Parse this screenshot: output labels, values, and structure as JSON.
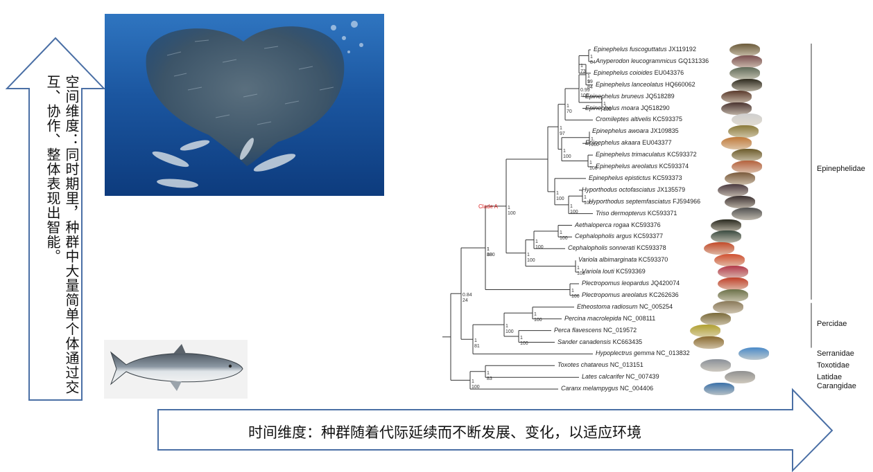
{
  "spatial_arrow": {
    "text": "空间维度：同时期里，种群中大量简单个体通过交互、协作、整体表现出智能。",
    "outline_color": "#4a6fa5"
  },
  "temporal_arrow": {
    "text": "时间维度：种群随着代际延续而不断发展、变化，以适应环境",
    "outline_color": "#4a6fa5"
  },
  "tree": {
    "clade_label": "Clade A",
    "taxa": [
      {
        "name": "Epinephelus fuscoguttatus",
        "acc": "JX119192"
      },
      {
        "name": "Anyperodon leucogrammicus",
        "acc": "GQ131336"
      },
      {
        "name": "Epinephelus coioides",
        "acc": "EU043376"
      },
      {
        "name": "Epinephelus lanceolatus",
        "acc": "HQ660062"
      },
      {
        "name": "Epinephelus bruneus",
        "acc": "JQ518289"
      },
      {
        "name": "Epinephelus moara",
        "acc": "JQ518290"
      },
      {
        "name": "Cromileptes altivelis",
        "acc": "KC593375"
      },
      {
        "name": "Epinephelus awoara",
        "acc": "JX109835"
      },
      {
        "name": "Epinephelus akaara",
        "acc": "EU043377"
      },
      {
        "name": "Epinephelus trimaculatus",
        "acc": "KC593372"
      },
      {
        "name": "Epinephelus areolatus",
        "acc": "KC593374"
      },
      {
        "name": "Epinephelus epistictus",
        "acc": "KC593373"
      },
      {
        "name": "Hyporthodus octofasciatus",
        "acc": "JX135579"
      },
      {
        "name": "Hyporthodus septemfasciatus",
        "acc": "FJ594966"
      },
      {
        "name": "Triso dermopterus",
        "acc": "KC593371"
      },
      {
        "name": "Aethaloperca rogaa",
        "acc": "KC593376"
      },
      {
        "name": "Cephalopholis argus",
        "acc": "KC593377"
      },
      {
        "name": "Cephalopholis sonnerati",
        "acc": "KC593378"
      },
      {
        "name": "Variola albimarginata",
        "acc": "KC593370"
      },
      {
        "name": "Variola louti",
        "acc": "KC593369"
      },
      {
        "name": "Plectropomus leopardus",
        "acc": "JQ420074"
      },
      {
        "name": "Plectropomus areolatus",
        "acc": "KC262636"
      },
      {
        "name": "Etheostoma radiosum",
        "acc": "NC_005254"
      },
      {
        "name": "Percina macrolepida",
        "acc": "NC_008111"
      },
      {
        "name": "Perca flavescens",
        "acc": "NC_019572"
      },
      {
        "name": "Sander canadensis",
        "acc": "KC663435"
      },
      {
        "name": "Hypoplectrus gemma",
        "acc": "NC_013832"
      },
      {
        "name": "Toxotes chatareus",
        "acc": "NC_013151"
      },
      {
        "name": "Lates calcarifer",
        "acc": "NC_007439"
      },
      {
        "name": "Caranx melampygus",
        "acc": "NC_004406"
      }
    ],
    "supports": [
      {
        "text": "1\n84"
      },
      {
        "text": "1\n73"
      },
      {
        "text": "1\n99"
      },
      {
        "text": "1\n84"
      },
      {
        "text": "1\n100"
      },
      {
        "text": "0.99\n100"
      },
      {
        "text": "1\n70"
      },
      {
        "text": "1\n100"
      },
      {
        "text": "1\n100"
      },
      {
        "text": "1\n100"
      },
      {
        "text": "1\n97"
      },
      {
        "text": "1\n100"
      },
      {
        "text": "1\n100"
      },
      {
        "text": "1\n100"
      },
      {
        "text": "1\n100"
      },
      {
        "text": "1\n100"
      },
      {
        "text": "1\n100"
      },
      {
        "text": "1\n100"
      },
      {
        "text": "1\n100"
      },
      {
        "text": "1\n100"
      },
      {
        "text": "1\n100"
      },
      {
        "text": "1\n88"
      },
      {
        "text": "1\n100"
      },
      {
        "text": "1\n100"
      },
      {
        "text": "1\n100"
      },
      {
        "text": "1\n81"
      },
      {
        "text": "0.84\n24"
      },
      {
        "text": "1\n83"
      },
      {
        "text": "1\n100"
      }
    ],
    "families": [
      {
        "name": "Epinephelidae"
      },
      {
        "name": "Percidae"
      },
      {
        "name": "Serranidae"
      },
      {
        "name": "Toxotidae"
      },
      {
        "name": "Latidae"
      },
      {
        "name": "Carangidae"
      }
    ]
  },
  "colors": {
    "arrow_outline": "#4a6fa5",
    "ocean_top": "#1f5fa8",
    "ocean_bottom": "#0b3470",
    "clade_red": "#d22222"
  }
}
